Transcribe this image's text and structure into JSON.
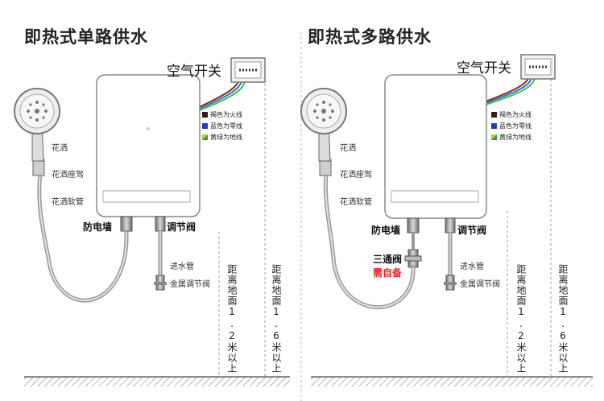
{
  "left": {
    "title": "即热式单路供水",
    "switch_label": "空气开关",
    "legend": [
      {
        "text": "褐色为火线",
        "color": "#3a1a14"
      },
      {
        "text": "蓝色为零线",
        "color": "#1c3fbf"
      },
      {
        "text": "黄绿为地线",
        "color": "#c9c21a"
      }
    ],
    "labels": {
      "shower": "花洒",
      "holder": "花洒座驾",
      "hose": "花洒软管",
      "wall": "防电墙",
      "valve": "调节阀",
      "inlet": "进水管",
      "metal_valve": "金属调节阀"
    },
    "dist_12": "距离地面1.2米以上",
    "dist_16": "距离地面1.6米以上"
  },
  "right": {
    "title": "即热式多路供水",
    "switch_label": "空气开关",
    "legend": [
      {
        "text": "褐色为火线",
        "color": "#3a1a14"
      },
      {
        "text": "蓝色为零线",
        "color": "#1c3fbf"
      },
      {
        "text": "黄绿为地线",
        "color": "#c9c21a"
      }
    ],
    "labels": {
      "shower": "花洒",
      "holder": "花洒座驾",
      "hose": "花洒软管",
      "wall": "防电墙",
      "valve": "调节阀",
      "three_way": "三通阀",
      "needed": "需自备",
      "inlet": "进水管",
      "metal_valve": "金属调节阀"
    },
    "dist_12": "距离地面1.2米以上",
    "dist_16": "距离地面1.6米以上"
  }
}
